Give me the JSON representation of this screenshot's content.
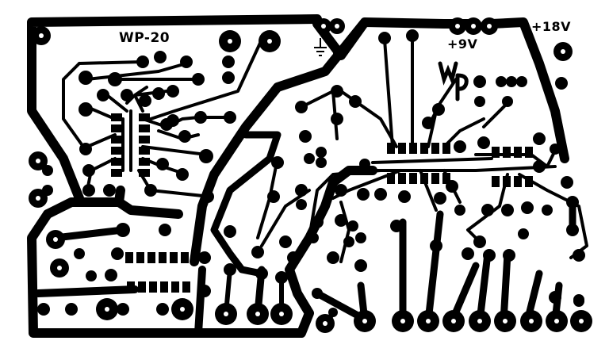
{
  "board": {
    "title": "WP-20",
    "logo": "Wp",
    "labels": {
      "plus9": "+9V",
      "plus18": "+18V",
      "ground": "ground-symbol"
    },
    "colors": {
      "copper": "#000000",
      "background": "#ffffff"
    }
  },
  "connectors": {
    "power_9v_pads": 3,
    "bottom_output_pads": 10
  }
}
